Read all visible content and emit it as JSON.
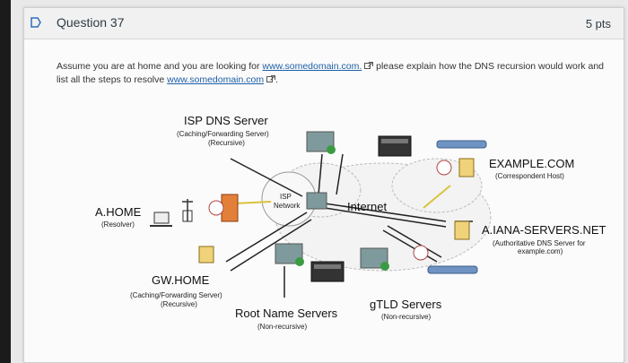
{
  "question": {
    "title": "Question 37",
    "points": "5 pts",
    "text_before": "Assume you are at home and you are looking for ",
    "link1": "www.somedomain.com.",
    "text_middle": " please explain how the DNS recursion would work and list all the steps to resolve ",
    "link2": "www.somedomain.com",
    "text_end": "."
  },
  "diagram": {
    "isp_dns": {
      "title": "ISP DNS Server",
      "sub1": "(Caching/Forwarding Server)",
      "sub2": "(Recursive)"
    },
    "home": {
      "title": "A.HOME",
      "sub": "(Resolver)"
    },
    "isp_network": {
      "line1": "ISP",
      "line2": "Network"
    },
    "internet": "Internet",
    "example": {
      "title": "EXAMPLE.COM",
      "sub": "(Correspondent Host)"
    },
    "iana": {
      "title": "A.IANA-SERVERS.NET",
      "sub1": "(Authoritative DNS Server for",
      "sub2": "example.com)"
    },
    "gw": {
      "title": "GW.HOME",
      "sub1": "(Caching/Forwarding Server)",
      "sub2": "(Recursive)"
    },
    "root": {
      "title": "Root Name Servers",
      "sub": "(Non-recursive)"
    },
    "gtld": {
      "title": "gTLD Servers",
      "sub": "(Non-recursive)"
    }
  },
  "colors": {
    "link": "#1e5fa8",
    "header_bg": "#f1f1f1",
    "flag_blue": "#2c6fbf"
  }
}
